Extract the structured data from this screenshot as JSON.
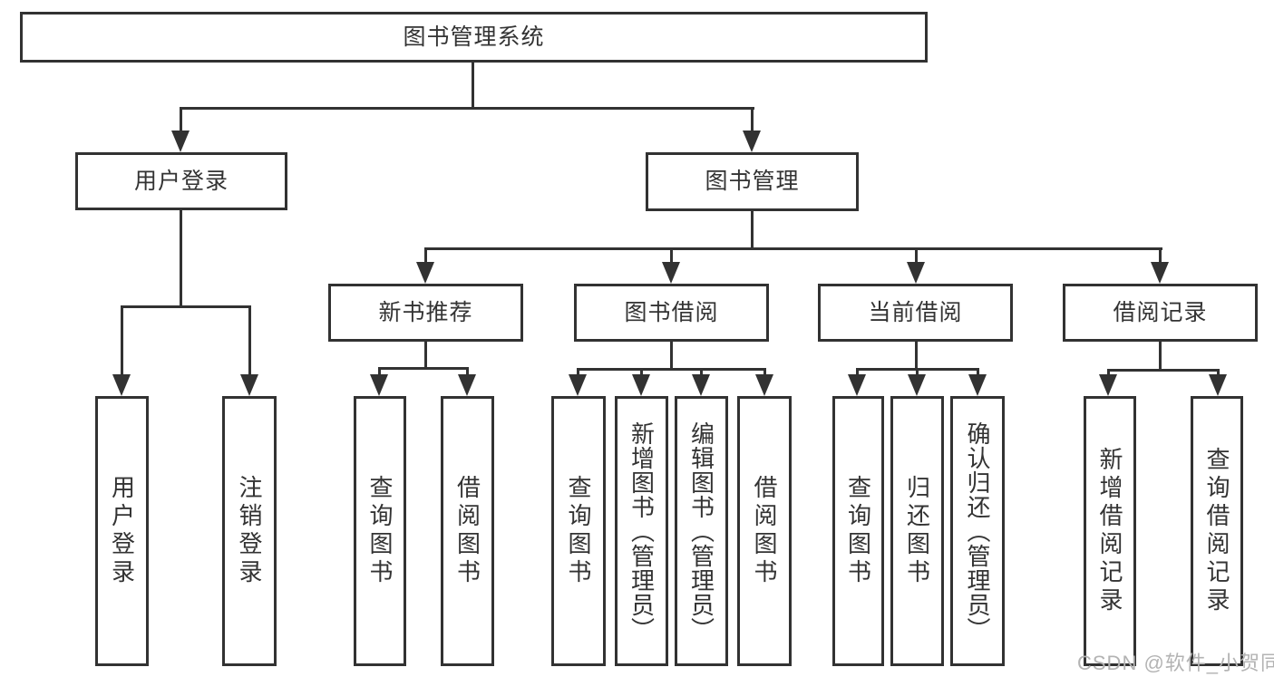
{
  "diagram_title": "图书管理系统",
  "watermark": "CSDN @软件_小贺同学",
  "colors": {
    "line": "#323232",
    "text": "#333333",
    "watermark": "#b3b3b3",
    "background": "#ffffff"
  },
  "tree": {
    "label": "图书管理系统",
    "children": [
      {
        "label": "用户登录",
        "children": [
          {
            "label": "用户登录"
          },
          {
            "label": "注销登录"
          }
        ]
      },
      {
        "label": "图书管理",
        "children": [
          {
            "label": "新书推荐",
            "children": [
              {
                "label": "查询图书"
              },
              {
                "label": "借阅图书"
              }
            ]
          },
          {
            "label": "图书借阅",
            "children": [
              {
                "label": "查询图书"
              },
              {
                "label": "新增图书（管理员）"
              },
              {
                "label": "编辑图书（管理员）"
              },
              {
                "label": "借阅图书"
              }
            ]
          },
          {
            "label": "当前借阅",
            "children": [
              {
                "label": "查询图书"
              },
              {
                "label": "归还图书"
              },
              {
                "label": "确认归还（管理员）"
              }
            ]
          },
          {
            "label": "借阅记录",
            "children": [
              {
                "label": "新增借阅记录"
              },
              {
                "label": "查询借阅记录"
              }
            ]
          }
        ]
      }
    ]
  }
}
